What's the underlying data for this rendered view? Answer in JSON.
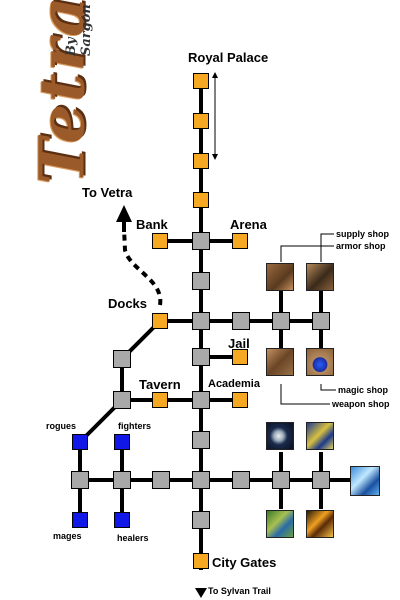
{
  "logo": {
    "title": "Tetra",
    "byline": "By Sargon"
  },
  "labels": {
    "royal_palace": "Royal Palace",
    "to_vetra": "To Vetra",
    "bank": "Bank",
    "arena": "Arena",
    "docks": "Docks",
    "jail": "Jail",
    "tavern": "Tavern",
    "academia": "Academia",
    "rogues": "rogues",
    "fighters": "fighters",
    "mages": "mages",
    "healers": "healers",
    "city_gates": "City Gates",
    "to_sylvan_trail": "To Sylvan Trail",
    "supply_shop": "supply shop",
    "armor_shop": "armor shop",
    "magic_shop": "magic shop",
    "weapon_shop": "weapon shop"
  },
  "icons": {
    "supply": "supply-shop-icon",
    "armor": "armor-shop-icon",
    "weapon": "weapon-shop-icon",
    "magic": "magic-shop-icon"
  },
  "colors": {
    "building": "#f7a823",
    "intersection": "#a9a9a9",
    "guild": "#1017e6",
    "road": "#000000"
  }
}
